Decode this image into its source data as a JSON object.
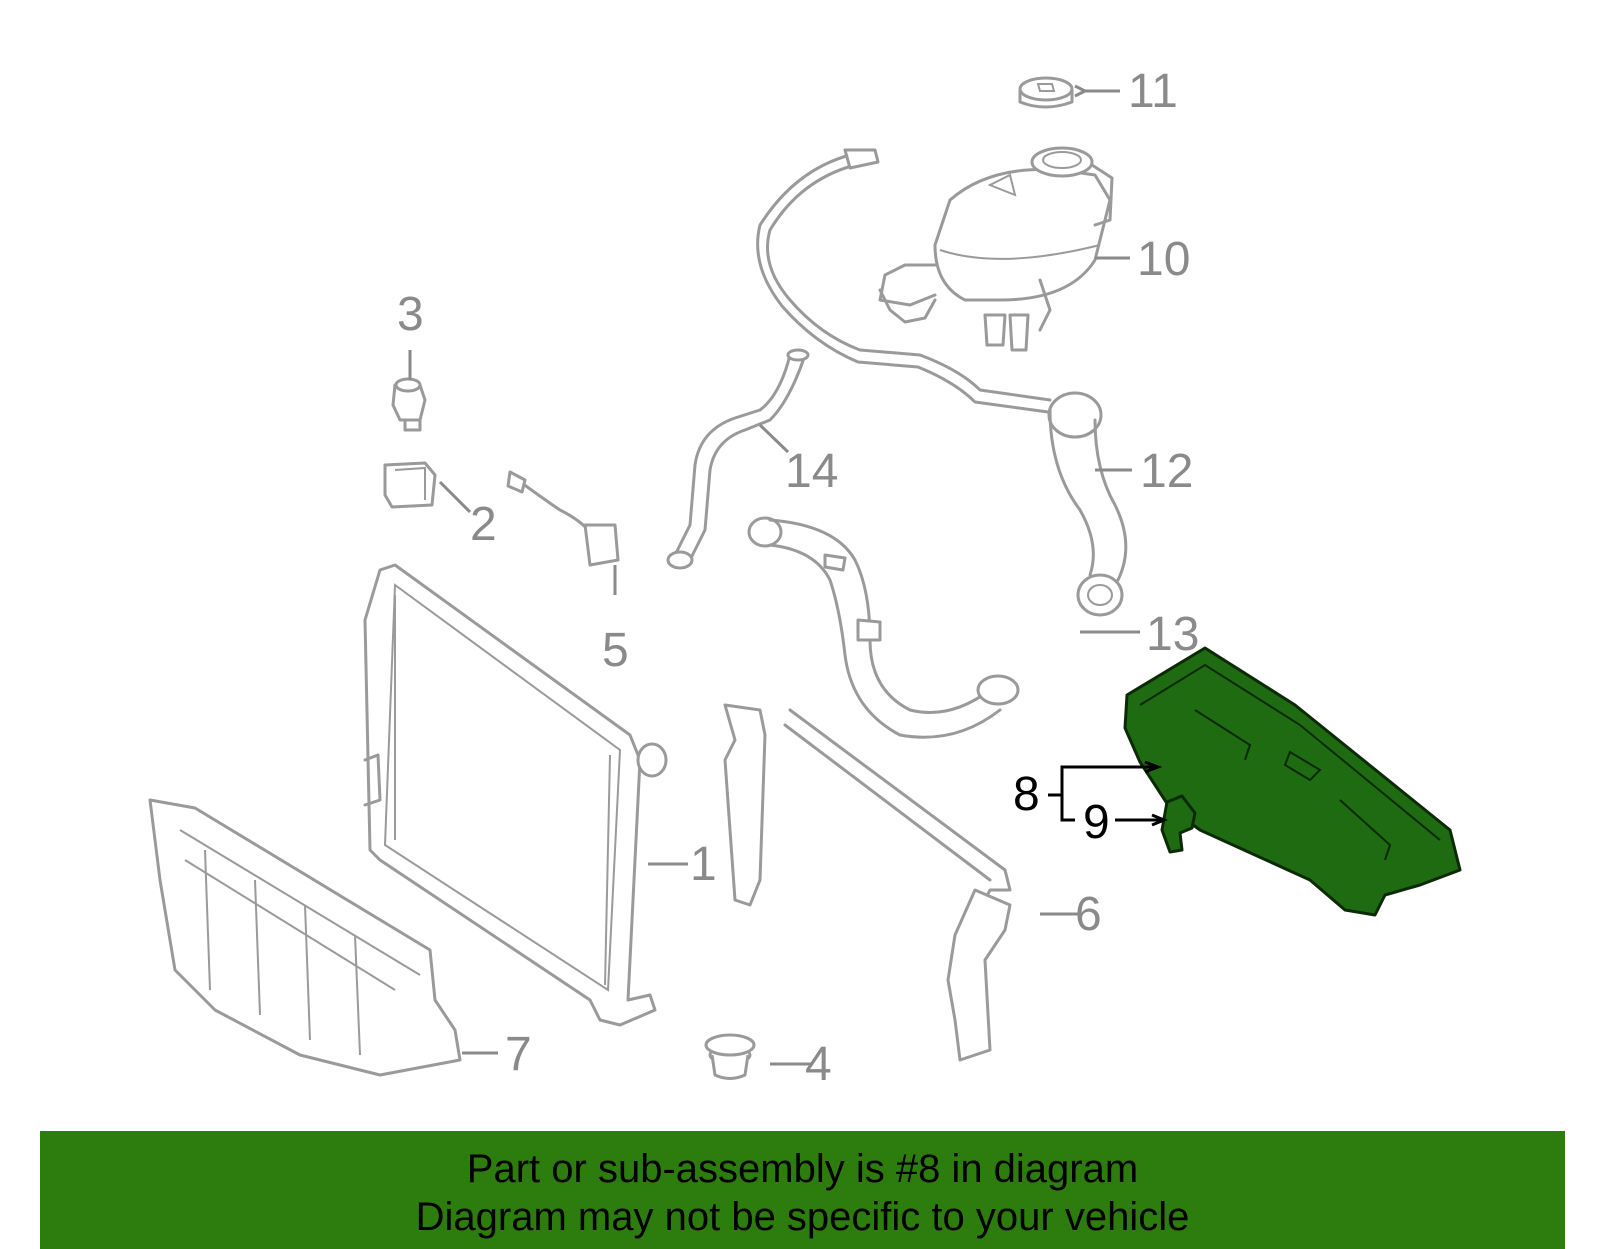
{
  "diagram": {
    "callouts": [
      "1",
      "2",
      "3",
      "4",
      "5",
      "6",
      "7",
      "8",
      "9",
      "10",
      "11",
      "12",
      "13",
      "14"
    ],
    "highlight_color": "#2d7d0e",
    "highlighted_part": "8"
  },
  "banner": {
    "line1": "Part or sub-assembly is #8 in diagram",
    "line2": "Diagram may not be specific to your vehicle"
  }
}
